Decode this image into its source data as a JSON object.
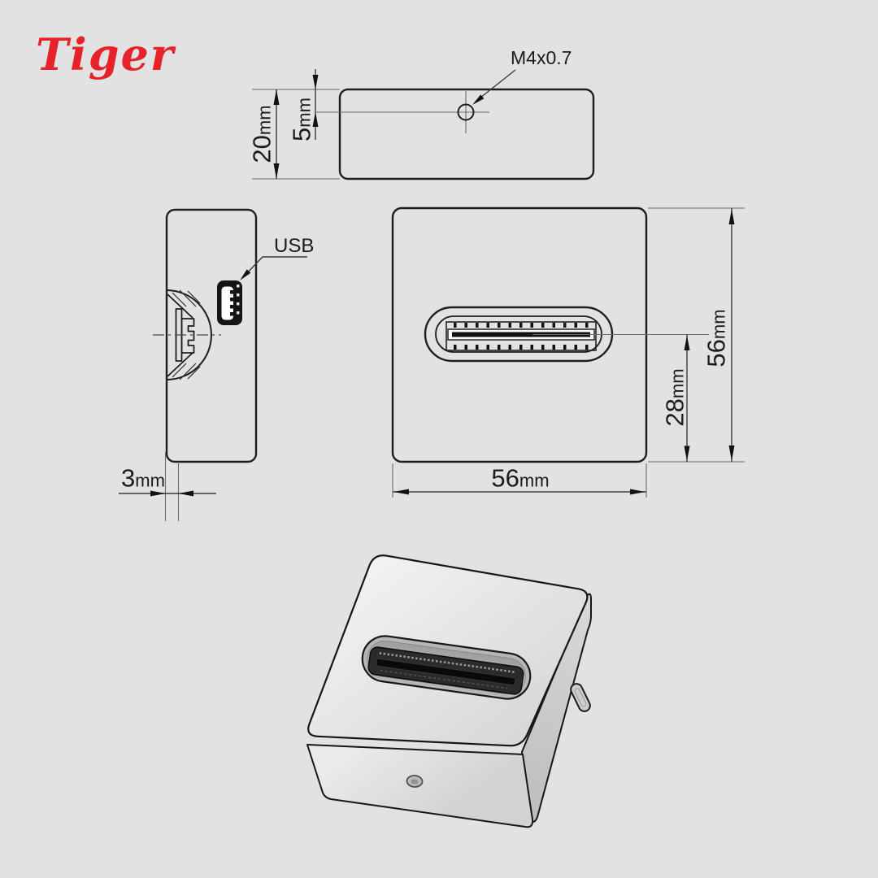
{
  "brand": {
    "name": "Tiger",
    "color": "#e8222a"
  },
  "labels": {
    "thread": "M4x0.7",
    "usb_port": "USB"
  },
  "dimensions": {
    "top_view_height": {
      "value": "20",
      "unit": "mm"
    },
    "hole_offset": {
      "value": "5",
      "unit": "mm"
    },
    "front_width": {
      "value": "56",
      "unit": "mm"
    },
    "front_height": {
      "value": "56",
      "unit": "mm"
    },
    "slot_offset": {
      "value": "28",
      "unit": "mm"
    },
    "side_depth": {
      "value": "3",
      "unit": "mm"
    }
  },
  "colors": {
    "background": "#e2e2e2",
    "line": "#1e1e1e",
    "accent_red": "#e8222a"
  }
}
